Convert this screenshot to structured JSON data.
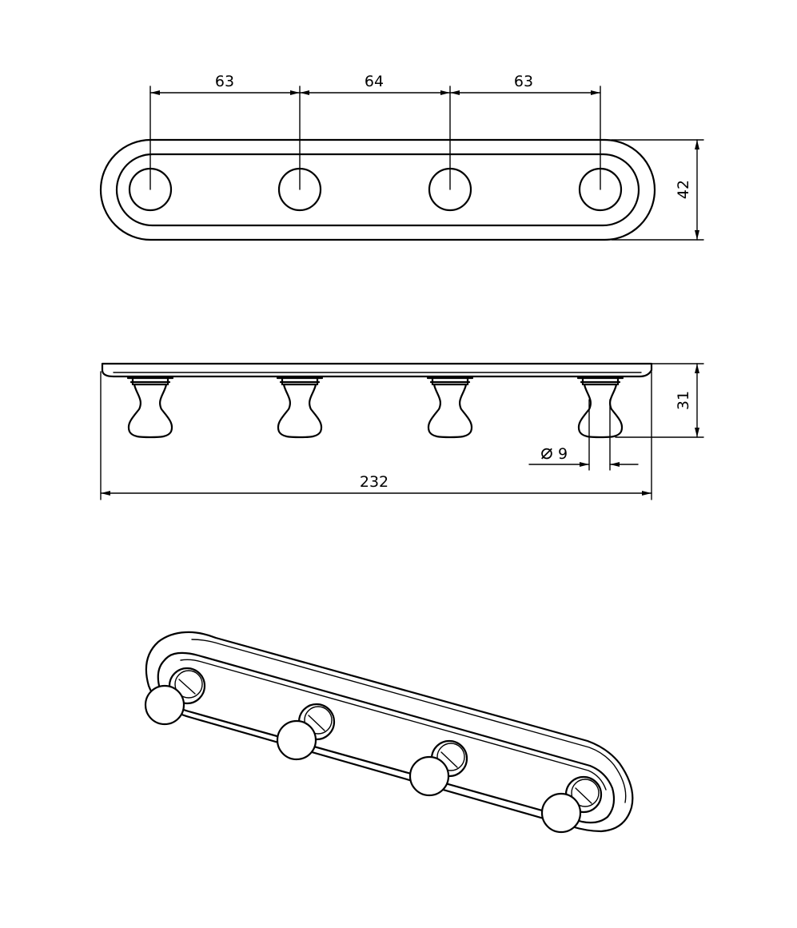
{
  "top_view": {
    "spacing_1": "63",
    "spacing_2": "64",
    "spacing_3": "63",
    "height": "42"
  },
  "side_view": {
    "depth": "31",
    "knob_diameter_symbol": "⌀",
    "knob_diameter_value": "9",
    "overall_length": "232"
  }
}
